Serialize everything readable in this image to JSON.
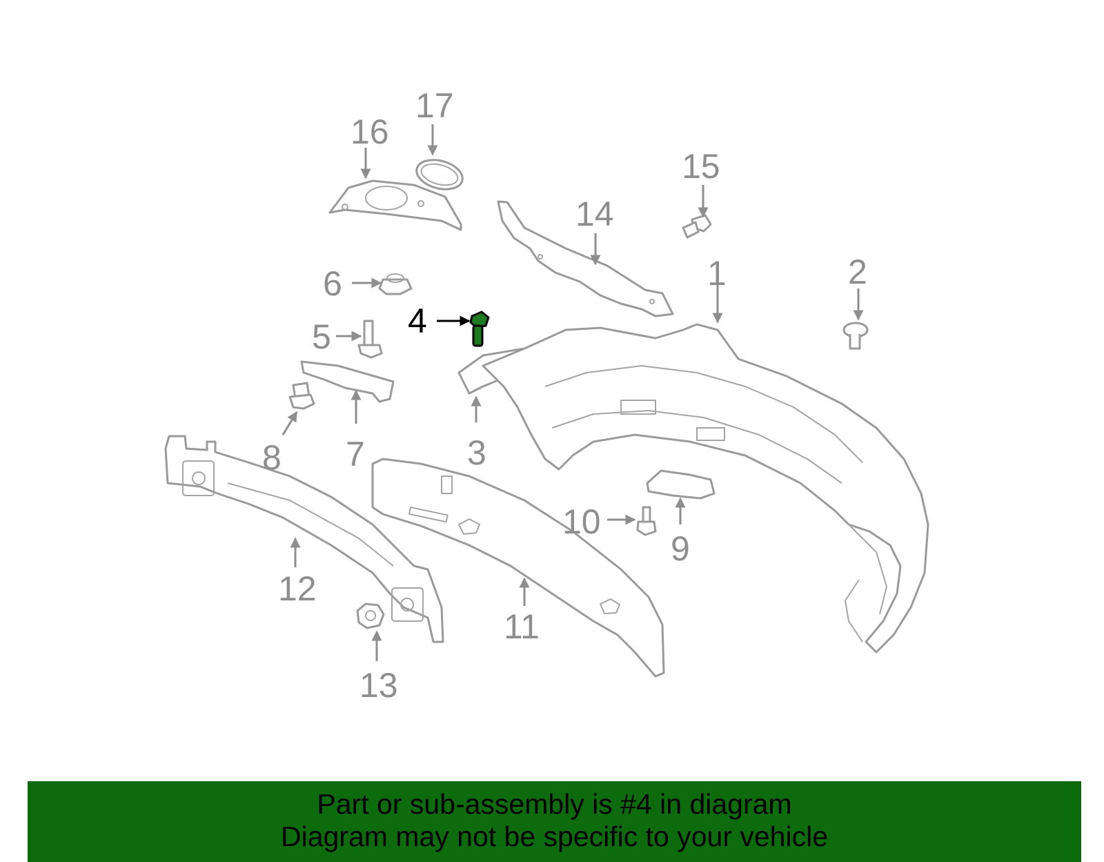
{
  "diagram": {
    "highlight_color": "#1e7a1e",
    "line_color": "#9a9a9a",
    "callouts": [
      "1",
      "2",
      "3",
      "4",
      "5",
      "6",
      "7",
      "8",
      "9",
      "10",
      "11",
      "12",
      "13",
      "14",
      "15",
      "16",
      "17"
    ],
    "highlighted_callout": "4"
  },
  "footer": {
    "background": "#0d6b0d",
    "line1": "Part or sub-assembly is #4 in diagram",
    "line2": "Diagram may not be specific to your vehicle"
  }
}
